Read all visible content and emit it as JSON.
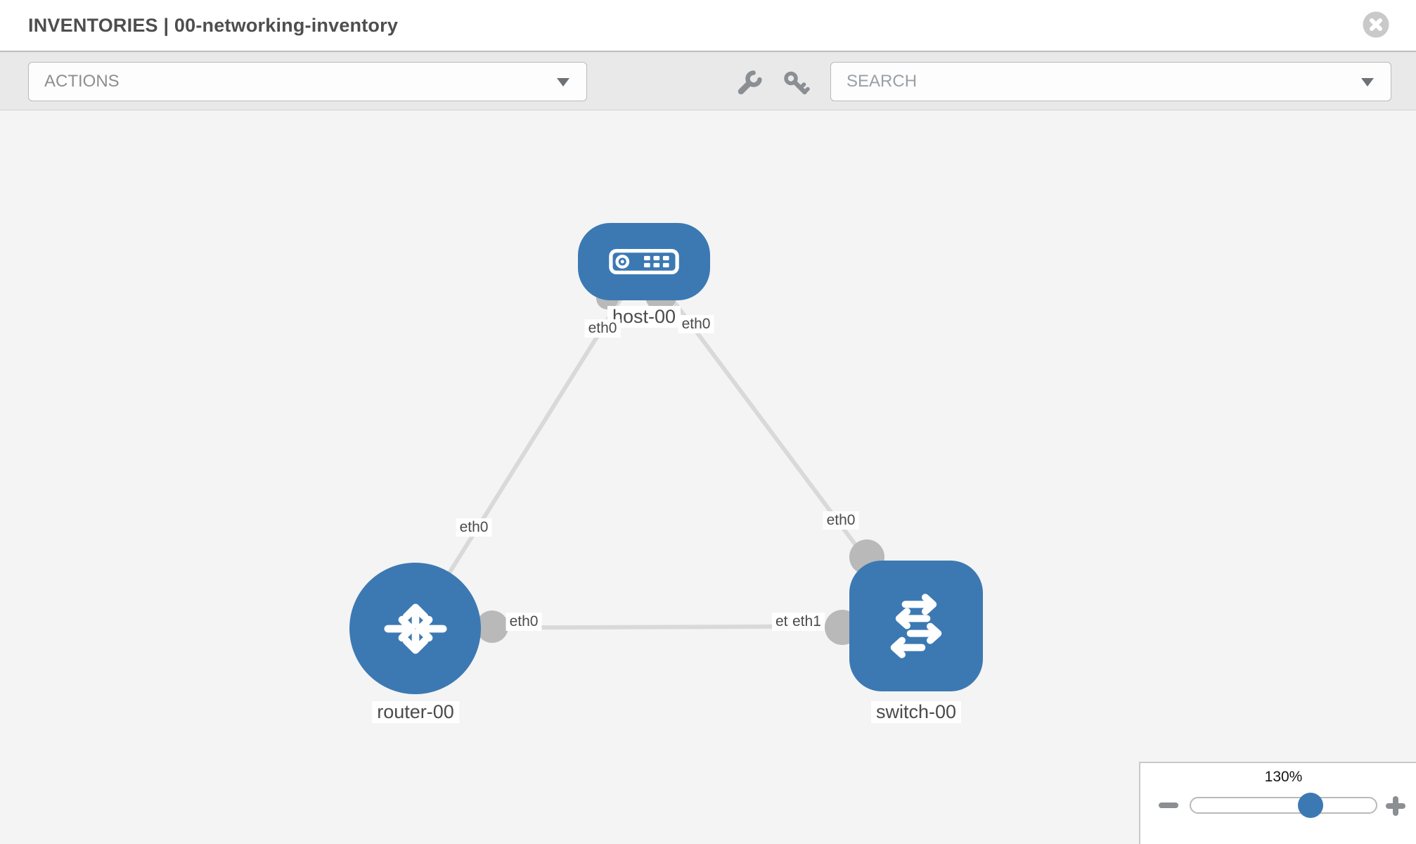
{
  "header": {
    "title": "INVENTORIES | 00-networking-inventory"
  },
  "toolbar": {
    "actions_label": "ACTIONS",
    "search_placeholder": "SEARCH",
    "icons": [
      "wrench-icon",
      "key-icon"
    ]
  },
  "topology": {
    "nodes": [
      {
        "label": "host-00",
        "type": "host"
      },
      {
        "label": "router-00",
        "type": "router"
      },
      {
        "label": "switch-00",
        "type": "switch"
      }
    ],
    "links": [
      {
        "from": "host-00",
        "to": "router-00",
        "from_if": "eth0",
        "to_if": "eth0"
      },
      {
        "from": "host-00",
        "to": "switch-00",
        "from_if": "eth0",
        "to_if": "eth0"
      },
      {
        "from": "router-00",
        "to": "switch-00",
        "from_if": "eth0",
        "to_if": "eth1",
        "to_if_overlapped": "eth0"
      }
    ]
  },
  "zoom_control": {
    "level": "130%"
  },
  "colors": {
    "node_blue": "#3c79b3",
    "link_gray": "#d9d9d9",
    "connector_gray": "#b9b9b9",
    "toolbar_gray": "#e9e9e9"
  }
}
